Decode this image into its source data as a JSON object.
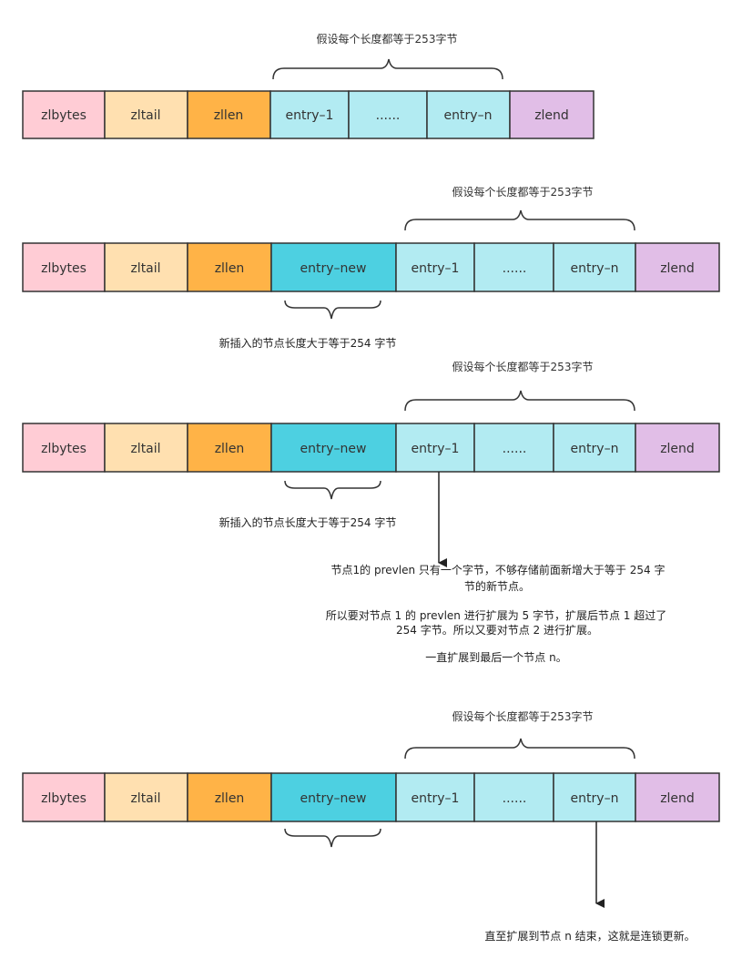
{
  "colors": {
    "zlbytes": "#FFCCD5",
    "zltail": "#FFE0B0",
    "zllen": "#FFB347",
    "entry_new": "#4DD0E1",
    "entry": "#B2EBF2",
    "zlend": "#E1BEE7",
    "border": "#333333"
  },
  "labels": {
    "zlbytes": "zlbytes",
    "zltail": "zltail",
    "zllen": "zllen",
    "entry_new": "entry–new",
    "entry_1": "entry–1",
    "dots": "......",
    "entry_n": "entry–n",
    "zlend": "zlend"
  },
  "annotations": {
    "assume": "假设每个长度都等于253字节",
    "new_node": "新插入的节点长度大于等于254 字节",
    "explain_1": "节点1的 prevlen 只有一个字节，不够存储前面新增大于等于 254 字",
    "explain_2": "节的新节点。",
    "explain_3": "所以要对节点 1 的 prevlen 进行扩展为 5 字节，扩展后节点 1 超过了",
    "explain_4": "254 字节。所以又要对节点 2 进行扩展。",
    "explain_5": "一直扩展到最后一个节点 n。",
    "final": "直至扩展到节点 n 结束，这就是连锁更新。"
  }
}
